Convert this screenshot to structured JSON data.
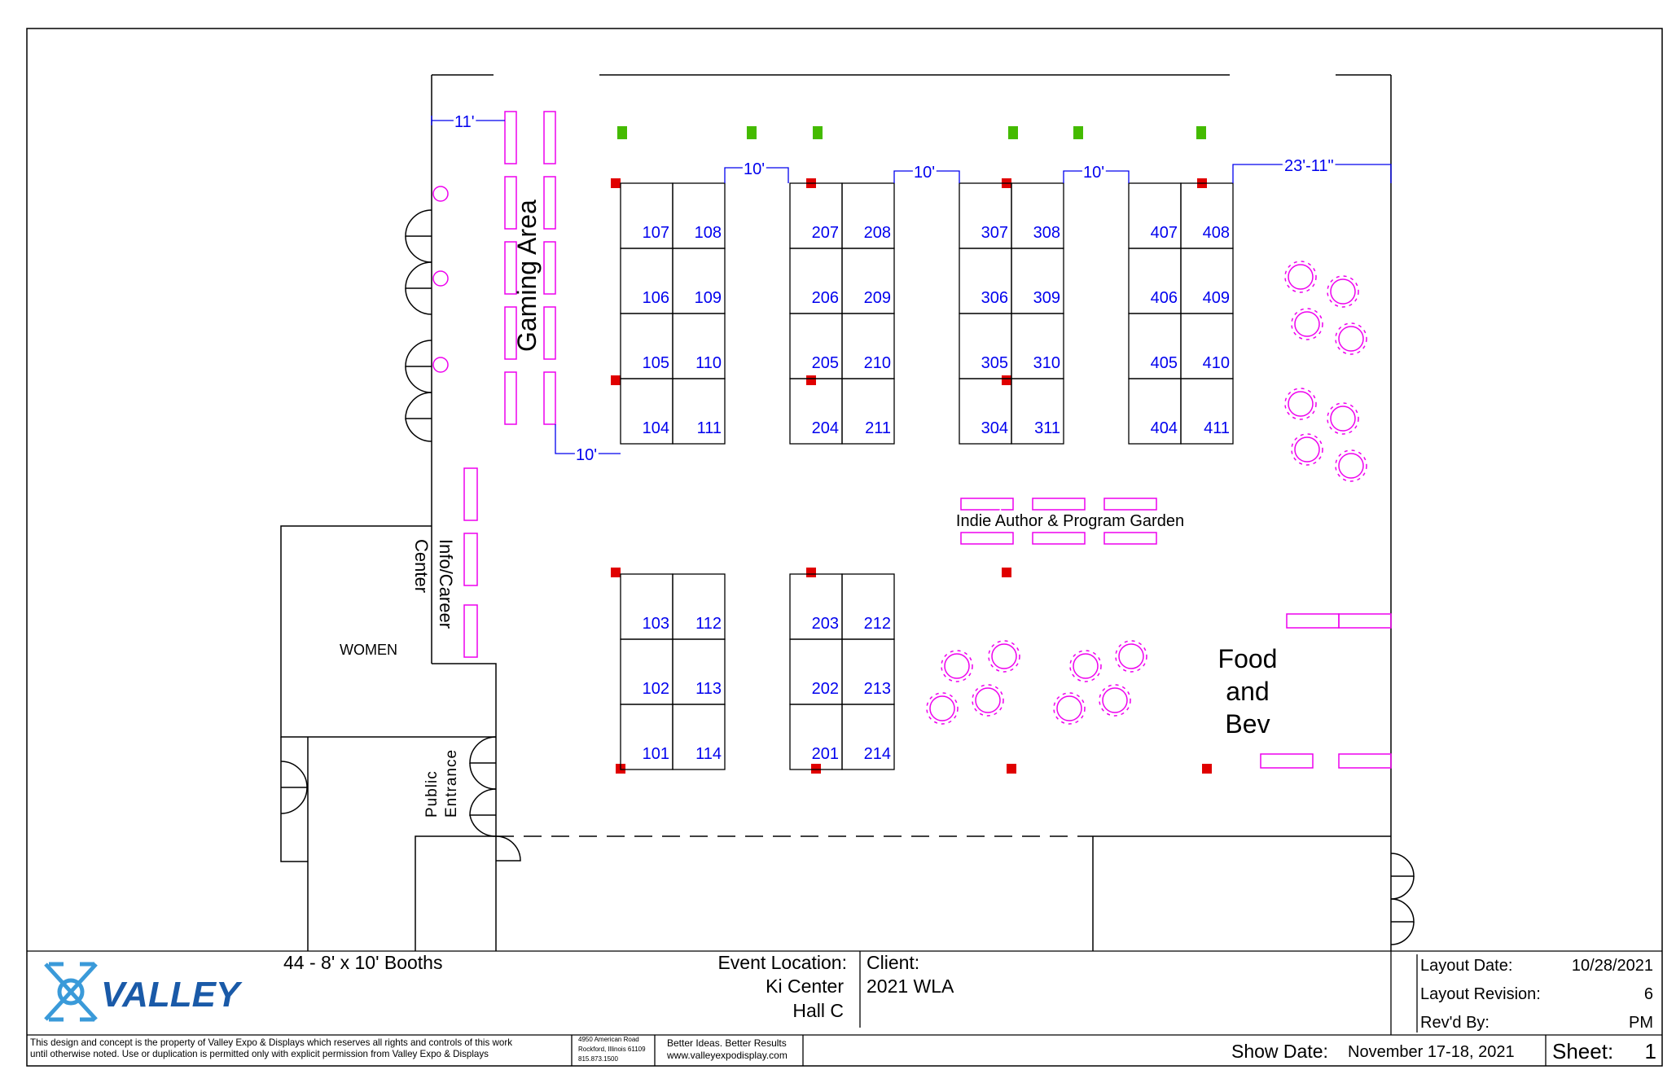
{
  "booth_groups": [
    {
      "rows": [
        [
          "107",
          "108"
        ],
        [
          "106",
          "109"
        ],
        [
          "105",
          "110"
        ],
        [
          "104",
          "111"
        ]
      ]
    },
    {
      "rows": [
        [
          "207",
          "208"
        ],
        [
          "206",
          "209"
        ],
        [
          "205",
          "210"
        ],
        [
          "204",
          "211"
        ]
      ]
    },
    {
      "rows": [
        [
          "307",
          "308"
        ],
        [
          "306",
          "309"
        ],
        [
          "305",
          "310"
        ],
        [
          "304",
          "311"
        ]
      ]
    },
    {
      "rows": [
        [
          "407",
          "408"
        ],
        [
          "406",
          "409"
        ],
        [
          "405",
          "410"
        ],
        [
          "404",
          "411"
        ]
      ]
    },
    {
      "rows": [
        [
          "103",
          "112"
        ],
        [
          "102",
          "113"
        ],
        [
          "101",
          "114"
        ]
      ]
    },
    {
      "rows": [
        [
          "203",
          "212"
        ],
        [
          "202",
          "213"
        ],
        [
          "201",
          "214"
        ]
      ]
    }
  ],
  "dimensions": {
    "d1": "11'",
    "d2": "10'",
    "d3": "10'",
    "d4": "10'",
    "d5": "23'-11\"",
    "d6": "10'"
  },
  "areas": {
    "gaming": "Gaming Area",
    "info_line1": "Info/Career",
    "info_line2": "Center",
    "women": "WOMEN",
    "public_line1": "Public",
    "public_line2": "Entrance",
    "garden": "Indie Author & Program Garden",
    "food_line1": "Food",
    "food_line2": "and",
    "food_line3": "Bev"
  },
  "title_block": {
    "booth_summary": "44 - 8' x 10' Booths",
    "logo_text": "VALLEY",
    "event_location_label": "Event Location:",
    "event_location_line1": "Ki Center",
    "event_location_line2": "Hall C",
    "client_label": "Client:",
    "client_value": "2021 WLA",
    "layout_date_label": "Layout Date:",
    "layout_date_value": "10/28/2021",
    "layout_revision_label": "Layout Revision:",
    "layout_revision_value": "6",
    "revd_by_label": "Rev'd By:",
    "revd_by_value": "PM",
    "disclaimer_line1": "This design and concept is the property of Valley Expo & Displays which reserves all rights and controls of this work",
    "disclaimer_line2": "until otherwise noted. Use or duplication is permitted only with explicit permission from Valley Expo & Displays",
    "address_line1": "4950 American Road",
    "address_line2": "Rockford, Illinois 61109",
    "address_line3": "815.873.1500",
    "tagline": "Better Ideas. Better Results",
    "website": "www.valleyexpodisplay.com",
    "show_date_label": "Show Date:",
    "show_date_value": "November 17-18, 2021",
    "sheet_label": "Sheet:",
    "sheet_value": "1"
  },
  "colors": {
    "booth_number": "#0000ee",
    "furniture": "#ee00ee",
    "column": "#e00000",
    "green_marker": "#44bb00",
    "wall": "#000000"
  }
}
